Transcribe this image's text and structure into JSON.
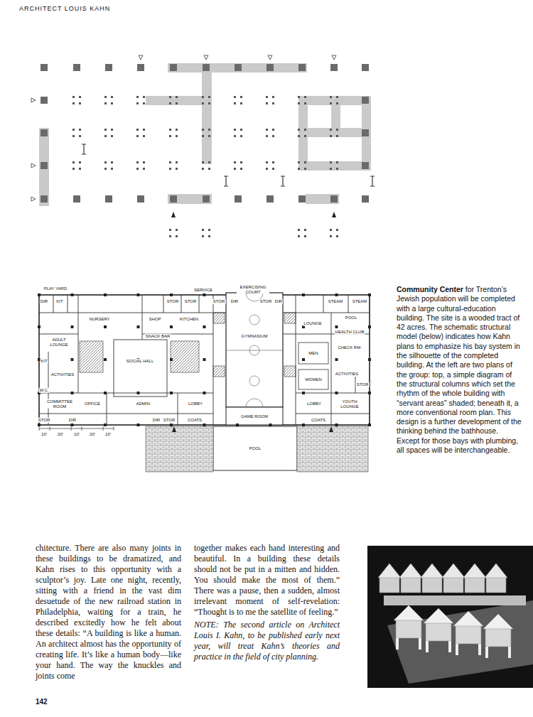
{
  "diagram": {
    "title": "ARCHITECT LOUIS KAHN",
    "caption": "for Trenton’s Jewish population will be completed with a large cultural-education building. The site is a wooded tract of 42 acres. The schematic structural model (below) indicates how Kahn plans to emphasize his bay system in the silhouette of the completed building. At the left are two plans of the group: top, a simple diagram of the structural columns which set the rhythm of the whole building with “servant areas” shaded; beneath it, a more conventional room plan. This design is a further development of the thinking behind the bathhouse. Except for those bays with plumbing, all spaces will be interchangeable.",
    "labels": [
      "Community Center",
      "chitecture. There are also many joints in these buildings to be dramatized, and Kahn rises to this opportunity with a sculptor’s joy. Late one night, recently, sitting with a friend in the vast dim desuetude of the new railroad station in Philadelphia, waiting for a train, he described excitedly how he felt about these details: “A building is like a human. An architect almost has the opportunity of creating life. It’s like a human body—like your hand. The way the knuckles and joints come",
      "together makes each hand interesting and beautiful. In a building these details should not be put in a mitten and hidden. You should make the most of them.” There was a pause, then a sudden, almost irrelevant moment of self-revelation: “Thought is to me the satellite of feeling.”",
      "NOTE: The second article on Architect Louis I. Kahn, to be published early next year, will treat Kahn’s theories and practice in the field of city planning.",
      "142",
      "PLAY YARD",
      "SERVICE",
      "EXERCISING COURT",
      "DIR",
      "KIT",
      "NURSERY",
      "SHOP",
      "KITCHEN",
      "STOR",
      "STOR",
      "STOR",
      "DIR",
      "STOR",
      "DIR",
      "STEAM",
      "STEAM",
      "LOUNGE",
      "POOL",
      "HEALTH CLUB",
      "SNACK BAR",
      "ADULT LOUNGE",
      "SOCIAL HALL",
      "GYMNASIUM",
      "MEN",
      "WOMEN",
      "CHECK RM.",
      "ACTIVITIES",
      "ACTIVITIES",
      "KIT",
      "W.C.",
      "COMMITTEE ROOM",
      "OFFICE",
      "ADMIN.",
      "LOBBY",
      "GAME ROOM",
      "LOBBY",
      "YOUTH LOUNGE",
      "STOR",
      "DIR",
      "DIR",
      "STOR",
      "COATS",
      "COATS",
      "POOL",
      "10'",
      "20'",
      "10'",
      "20'",
      "10'",
      "STOR"
    ]
  }
}
